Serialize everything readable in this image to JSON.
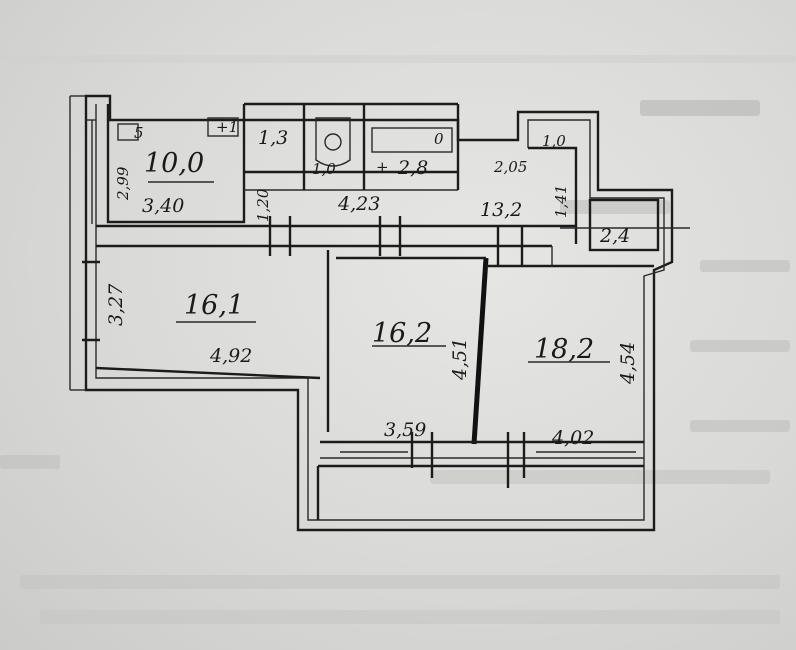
{
  "plan": {
    "kitchen": {
      "area": "10,0",
      "width": "3,40",
      "depth": "2,99"
    },
    "room_left": {
      "area": "16,1",
      "width": "4,92",
      "depth": "3,27"
    },
    "room_middle": {
      "area": "16,2",
      "width": "3,59",
      "depth": "4,51"
    },
    "room_right": {
      "area": "18,2",
      "width": "4,02",
      "depth": "4,54"
    },
    "hall": {
      "area": "13,2",
      "depth": "4,23",
      "side_a": "1,20",
      "side_b": "2,05",
      "side_c": "1,41"
    },
    "wc": {
      "area": "1,3",
      "extra": "1,0",
      "marker": "+1"
    },
    "bath": {
      "area": "2,8",
      "marker": "+",
      "fixture_mark": "0"
    },
    "closet": {
      "area": "1,0"
    },
    "storage": {
      "area": "2,4"
    },
    "kitchen_marker": "5"
  }
}
